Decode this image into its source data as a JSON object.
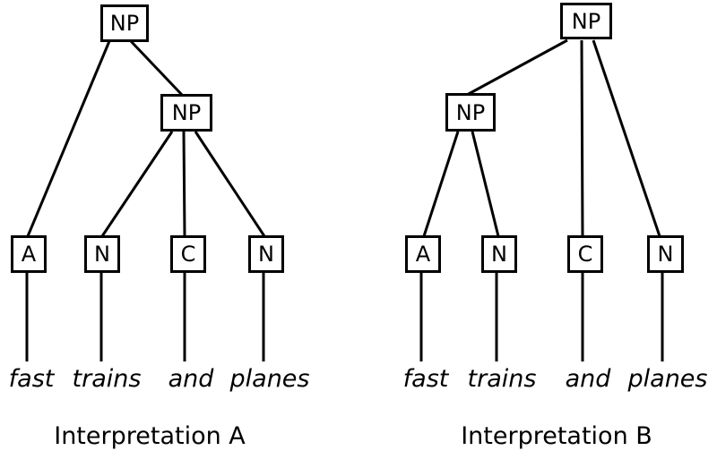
{
  "figure": {
    "background": "#ffffff",
    "line_color": "#000000",
    "text_color": "#000000"
  },
  "tree_a": {
    "caption": "Interpretation A",
    "root_label": "NP",
    "inner_label": "NP",
    "leaves": {
      "l1": "A",
      "l2": "N",
      "l3": "C",
      "l4": "N"
    },
    "words": {
      "w1": "fast",
      "w2": "trains",
      "w3": "and",
      "w4": "planes"
    }
  },
  "tree_b": {
    "caption": "Interpretation B",
    "root_label": "NP",
    "inner_label": "NP",
    "leaves": {
      "l1": "A",
      "l2": "N",
      "l3": "C",
      "l4": "N"
    },
    "words": {
      "w1": "fast",
      "w2": "trains",
      "w3": "and",
      "w4": "planes"
    }
  }
}
